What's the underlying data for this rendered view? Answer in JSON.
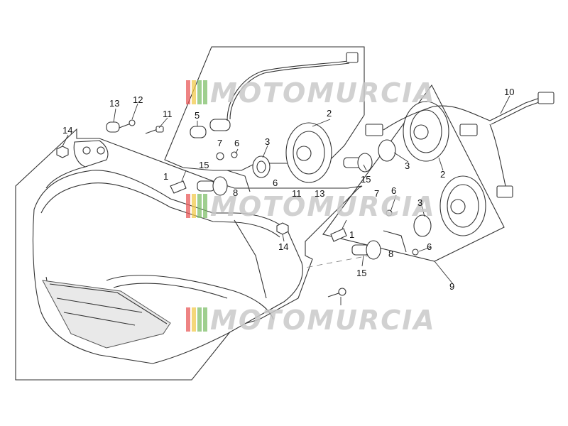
{
  "watermark": {
    "text": "MOTOMURCIA",
    "stripe_colors": [
      "#e85a5a",
      "#f2c94c",
      "#7fbf6a"
    ]
  },
  "callouts": [
    {
      "id": "c1",
      "label": "1"
    },
    {
      "id": "c1b",
      "label": "1"
    },
    {
      "id": "c2",
      "label": "2"
    },
    {
      "id": "c2b",
      "label": "2"
    },
    {
      "id": "c3",
      "label": "3"
    },
    {
      "id": "c3b",
      "label": "3"
    },
    {
      "id": "c3c",
      "label": "3"
    },
    {
      "id": "c5",
      "label": "5"
    },
    {
      "id": "c6",
      "label": "6"
    },
    {
      "id": "c6b",
      "label": "6"
    },
    {
      "id": "c6c",
      "label": "6"
    },
    {
      "id": "c6d",
      "label": "6"
    },
    {
      "id": "c7",
      "label": "7"
    },
    {
      "id": "c7b",
      "label": "7"
    },
    {
      "id": "c8",
      "label": "8"
    },
    {
      "id": "c8b",
      "label": "8"
    },
    {
      "id": "c9",
      "label": "9"
    },
    {
      "id": "c10",
      "label": "10"
    },
    {
      "id": "c11",
      "label": "11"
    },
    {
      "id": "c11b",
      "label": "11"
    },
    {
      "id": "c12",
      "label": "12"
    },
    {
      "id": "c13",
      "label": "13"
    },
    {
      "id": "c13b",
      "label": "13"
    },
    {
      "id": "c14",
      "label": "14"
    },
    {
      "id": "c14b",
      "label": "14"
    },
    {
      "id": "c15",
      "label": "15"
    },
    {
      "id": "c15b",
      "label": "15"
    },
    {
      "id": "c15c",
      "label": "15"
    }
  ]
}
